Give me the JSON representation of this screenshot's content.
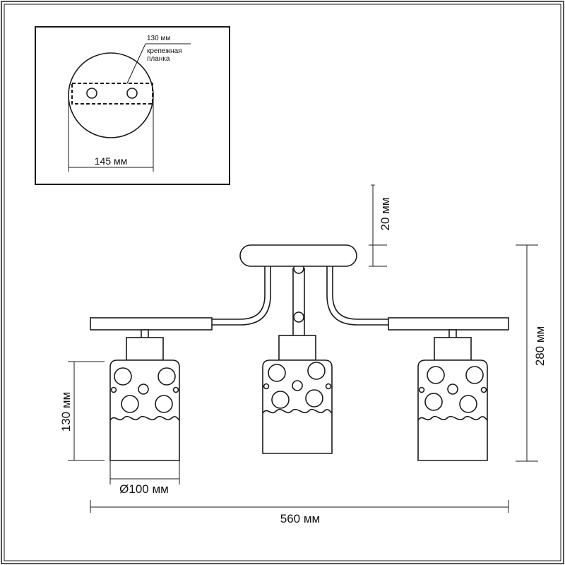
{
  "inset": {
    "strip_length": "130 мм",
    "strip_label_line1": "крепежная",
    "strip_label_line2": "планка",
    "canopy_diameter": "145 мм"
  },
  "main": {
    "canopy_height": "20 мм",
    "total_height": "280 мм",
    "shade_height": "130 мм",
    "shade_diameter": "Ø100 мм",
    "total_width": "560 мм"
  },
  "colors": {
    "line": "#1a1a1a",
    "background": "#ffffff"
  }
}
